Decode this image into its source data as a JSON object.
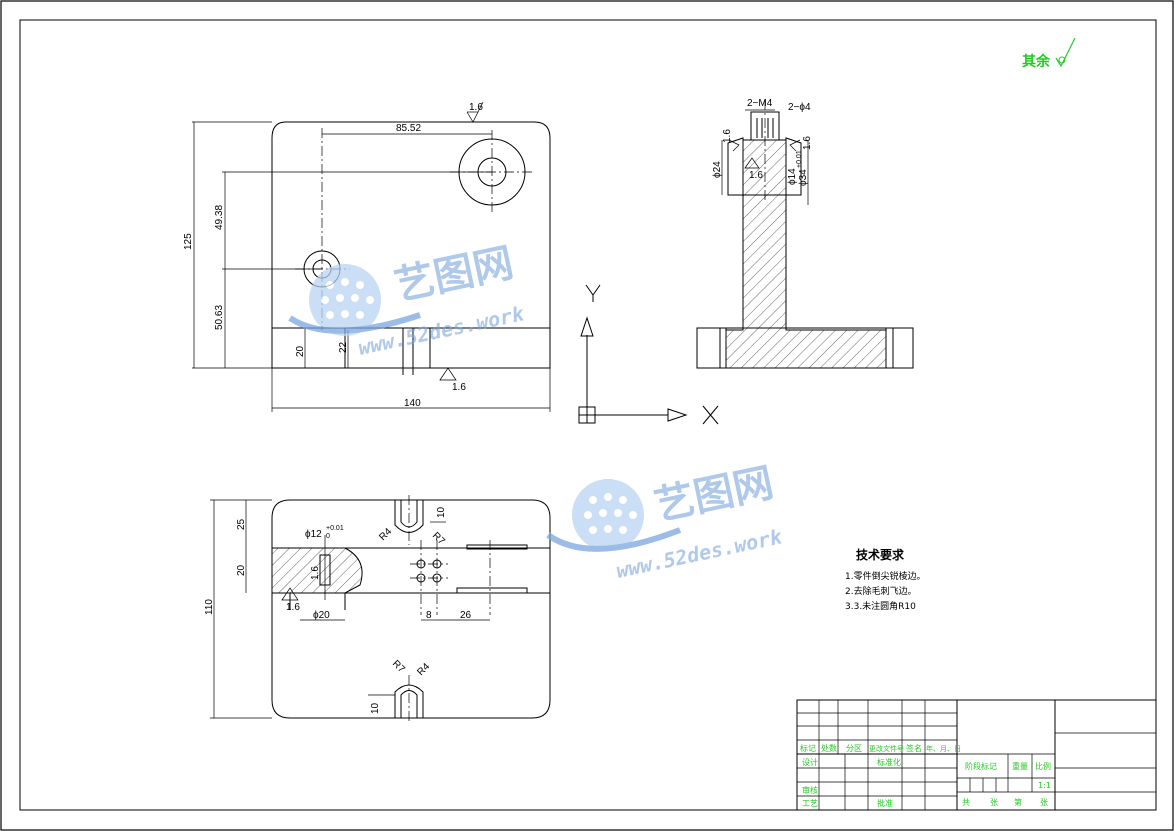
{
  "surface_finish": {
    "label": "其余",
    "symbol": "√"
  },
  "front_view": {
    "roughness_top": "1.6",
    "roughness_bottom": "1.6",
    "dim_top": "85.52",
    "dim_height_total": "125",
    "dim_upper": "49.38",
    "dim_lower": "50.63",
    "dim_step": "20",
    "dim_slot": "22",
    "dim_width": "140"
  },
  "side_view": {
    "dim_2m4": "2−M4",
    "dim_2phi4": "2−ϕ4",
    "rough_left": "1.6",
    "rough_right": "1.6",
    "rough_mid": "1.6",
    "dim_phi24": "ϕ24",
    "dim_phi14": "ϕ14",
    "dim_tol": "+0.01",
    "dim_phi34": "ϕ34"
  },
  "axes": {
    "x": "X",
    "y": "Y"
  },
  "top_view": {
    "dim_25": "25",
    "dim_20": "20",
    "dim_110": "110",
    "dim_phi12": "ϕ12",
    "dim_tol": "+0.01",
    "dim_tol_low": "0",
    "rough_a": "1.6",
    "rough_b": "1.6",
    "dim_phi20": "ϕ20",
    "dim_8": "8",
    "dim_26": "26",
    "dim_r4_top": "R4",
    "dim_r7_top": "R7",
    "dim_10_top": "10",
    "dim_r7_bot": "R7",
    "dim_r4_bot": "R4",
    "dim_10_bot": "10"
  },
  "tech_req": {
    "title": "技术要求",
    "items": [
      "1.零件倒尖锐棱边。",
      "2.去除毛刺飞边。",
      "3.3.未注圆角R10"
    ]
  },
  "title_block": {
    "row_headers": [
      "标记",
      "处数",
      "分区",
      "更改文件号",
      "签名",
      "年、月、日"
    ],
    "design": "设计",
    "standardize": "标准化",
    "stage_mark": "阶段标记",
    "weight": "重量",
    "scale": "比例",
    "scale_value": "1:1",
    "audit": "审核",
    "process": "工艺",
    "approve": "批准",
    "total": "共",
    "sheet": "张",
    "page_of": "第",
    "sheet2": "张"
  },
  "watermark": {
    "cn": "艺图网",
    "url": "www.52des.work"
  }
}
